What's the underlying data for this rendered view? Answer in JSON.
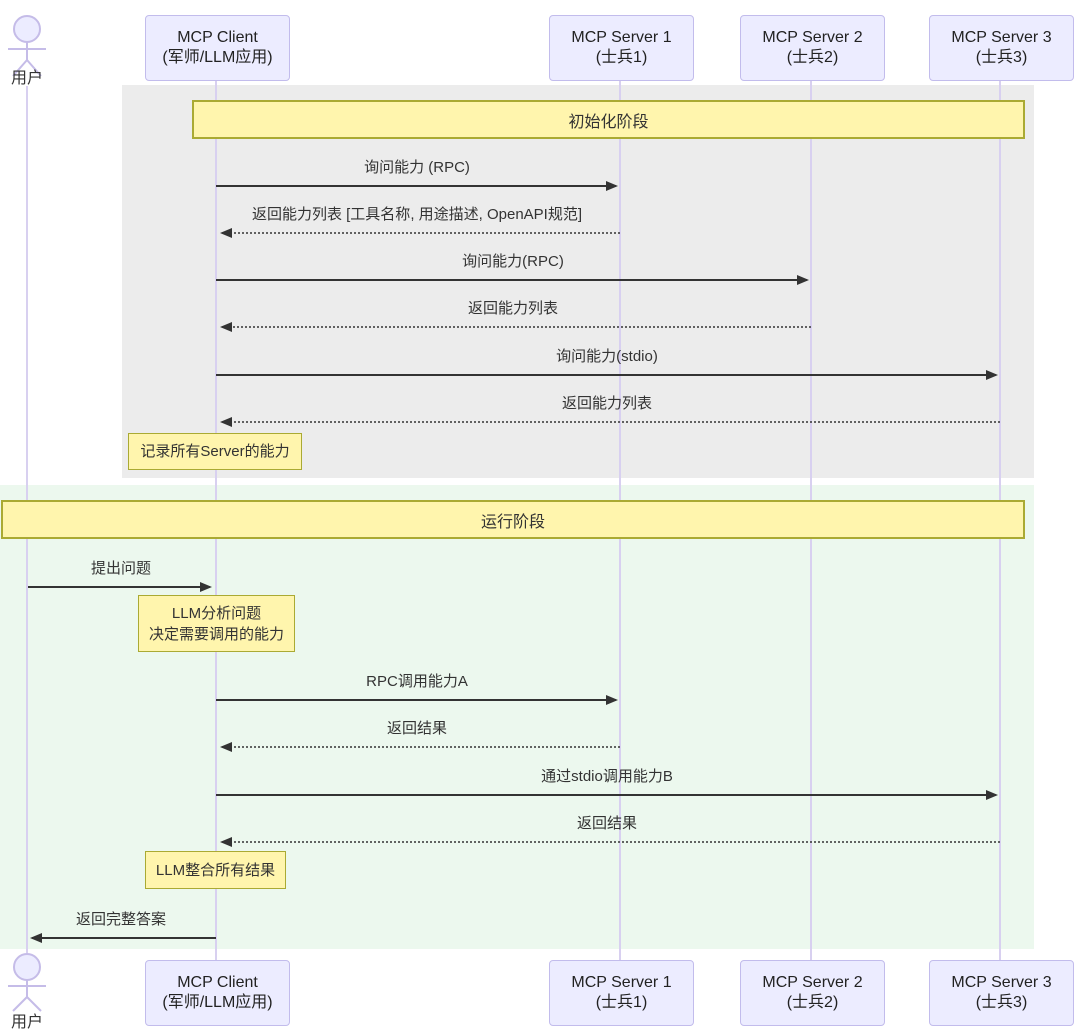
{
  "sequence_diagram": {
    "participants": [
      {
        "id": "user",
        "type": "actor",
        "label": "用户"
      },
      {
        "id": "client",
        "type": "participant",
        "name": "MCP Client",
        "subtitle": "(军师/LLM应用)"
      },
      {
        "id": "server1",
        "type": "participant",
        "name": "MCP Server 1",
        "subtitle": "(士兵1)"
      },
      {
        "id": "server2",
        "type": "participant",
        "name": "MCP Server 2",
        "subtitle": "(士兵2)"
      },
      {
        "id": "server3",
        "type": "participant",
        "name": "MCP Server 3",
        "subtitle": "(士兵3)"
      }
    ],
    "phases": [
      {
        "label": "初始化阶段",
        "background": "#ececec"
      },
      {
        "label": "运行阶段",
        "background": "#ecf8ee"
      }
    ],
    "notes": [
      {
        "text": "记录所有Server的能力"
      },
      {
        "text_line1": "LLM分析问题",
        "text_line2": "决定需要调用的能力"
      },
      {
        "text": "LLM整合所有结果"
      }
    ],
    "messages": [
      {
        "from": "MCP Client",
        "to": "MCP Server 1",
        "label": "询问能力 (RPC)",
        "line": "solid"
      },
      {
        "from": "MCP Server 1",
        "to": "MCP Client",
        "label": "返回能力列表 [工具名称, 用途描述, OpenAPI规范]",
        "line": "dotted"
      },
      {
        "from": "MCP Client",
        "to": "MCP Server 2",
        "label": "询问能力(RPC)",
        "line": "solid"
      },
      {
        "from": "MCP Server 2",
        "to": "MCP Client",
        "label": "返回能力列表",
        "line": "dotted"
      },
      {
        "from": "MCP Client",
        "to": "MCP Server 3",
        "label": "询问能力(stdio)",
        "line": "solid"
      },
      {
        "from": "MCP Server 3",
        "to": "MCP Client",
        "label": "返回能力列表",
        "line": "dotted"
      },
      {
        "from": "用户",
        "to": "MCP Client",
        "label": "提出问题",
        "line": "solid"
      },
      {
        "from": "MCP Client",
        "to": "MCP Server 1",
        "label": "RPC调用能力A",
        "line": "solid"
      },
      {
        "from": "MCP Server 1",
        "to": "MCP Client",
        "label": "返回结果",
        "line": "dotted"
      },
      {
        "from": "MCP Client",
        "to": "MCP Server 3",
        "label": "通过stdio调用能力B",
        "line": "solid"
      },
      {
        "from": "MCP Server 3",
        "to": "MCP Client",
        "label": "返回结果",
        "line": "dotted"
      },
      {
        "from": "MCP Client",
        "to": "用户",
        "label": "返回完整答案",
        "line": "solid"
      }
    ],
    "colors": {
      "participant_fill": "#ECECFF",
      "participant_border": "#c2bcec",
      "note_fill": "#fff5ad",
      "note_border": "#aaaa33",
      "init_phase_bg": "#ececec",
      "run_phase_bg": "#ecf8ee",
      "lifeline": "#d8d0f0",
      "arrow": "#333333"
    }
  }
}
